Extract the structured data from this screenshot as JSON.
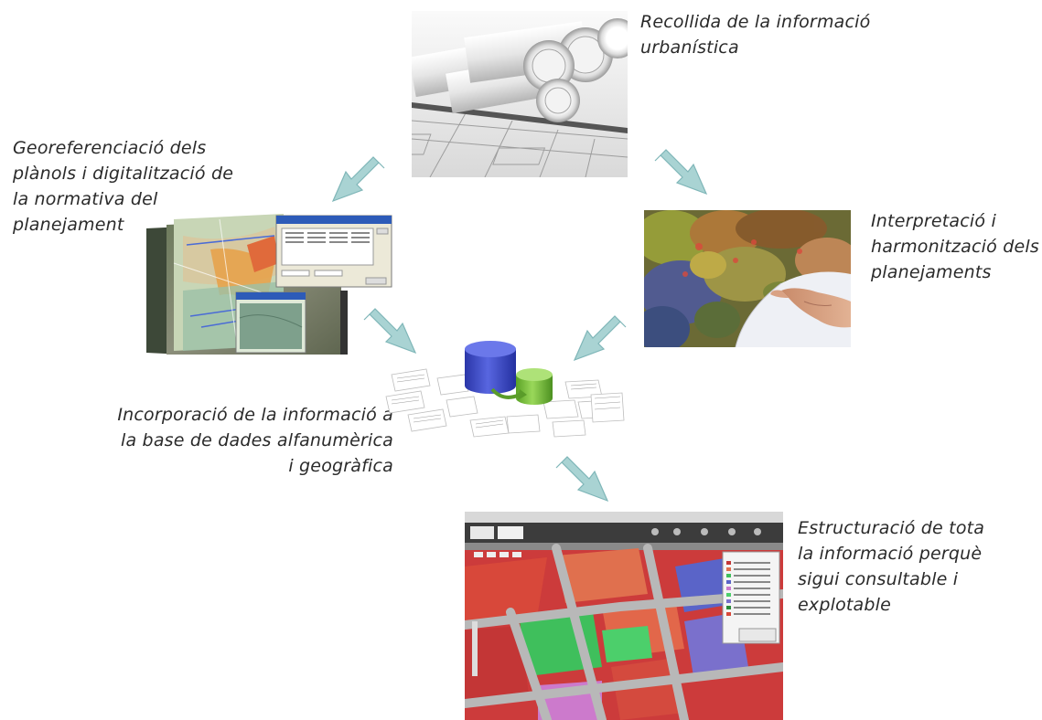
{
  "steps": [
    {
      "id": "collect",
      "lines": [
        "Recollida de la informació",
        "urbanística"
      ]
    },
    {
      "id": "georef",
      "lines": [
        "Georeferenciació dels",
        "plànols i digitalització de",
        "la normativa del",
        "planejament"
      ]
    },
    {
      "id": "interpret",
      "lines": [
        "Interpretació i",
        "harmonització dels",
        "planejaments"
      ]
    },
    {
      "id": "database",
      "lines": [
        "Incorporació de la informació a",
        "la base de dades alfanumèrica",
        "i geogràfica"
      ]
    },
    {
      "id": "structure",
      "lines": [
        "Estructuració de tota",
        "la informació perquè",
        "sigui consultable i",
        "explotable"
      ]
    }
  ],
  "colors": {
    "arrow_fill": "#a9d3d3",
    "arrow_stroke": "#7fb6b8",
    "text": "#2a2a2a",
    "db_blue": "#3f4fc8",
    "db_green": "#7cc43a"
  },
  "icons": {
    "blueprints": "rolled-blueprints-image",
    "gis": "gis-software-screenshot",
    "map_review": "hand-on-planning-map-image",
    "database": "database-cylinders-icon",
    "webapp": "urban-planning-web-map-screenshot"
  }
}
